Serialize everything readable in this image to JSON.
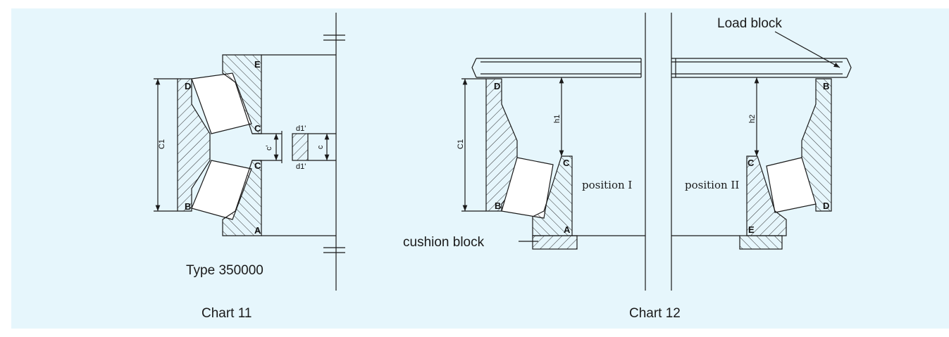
{
  "chart11": {
    "caption": "Chart 11",
    "type_label": "Type 350000",
    "points": {
      "d": "D",
      "e": "E",
      "c_upper": "C",
      "c_lower": "C",
      "b": "B",
      "a": "A"
    },
    "dims": {
      "c1": "C1",
      "c_prime": "c'",
      "d1_upper": "d1'",
      "d1_lower": "d1'",
      "c": "c"
    }
  },
  "chart12": {
    "caption": "Chart 12",
    "load_block": "Load block",
    "cushion_block": "cushion block",
    "position1": "position I",
    "position2": "position II",
    "left_points": {
      "d": "D",
      "c": "C",
      "b": "B",
      "a": "A"
    },
    "right_points": {
      "b": "B",
      "c": "C",
      "d": "D",
      "e": "E"
    },
    "dims": {
      "c1": "C1",
      "h1": "h1",
      "h2": "h2"
    }
  },
  "colors": {
    "background": "#e6f6fc",
    "line": "#1a1a1a"
  }
}
